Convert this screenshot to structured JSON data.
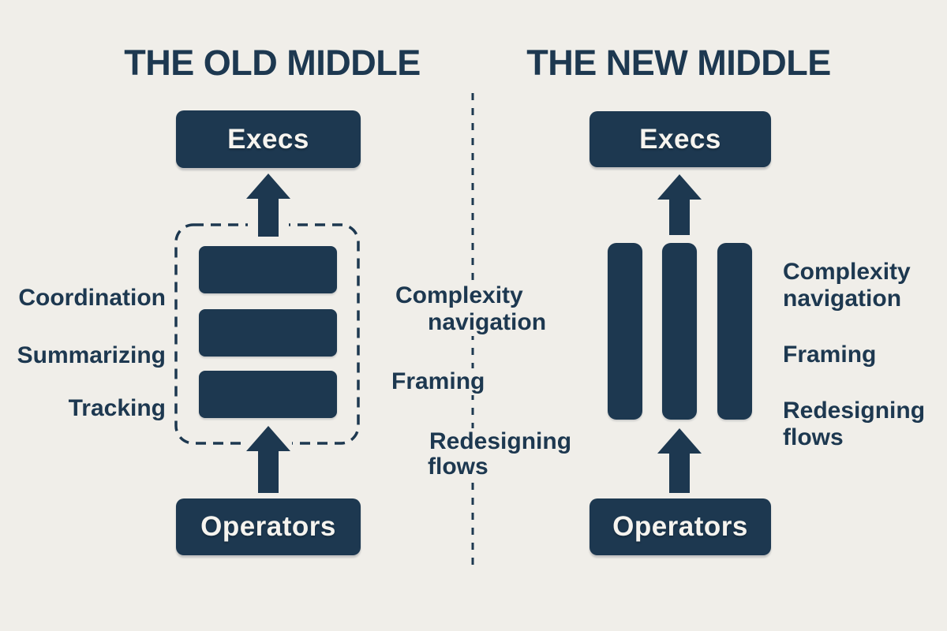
{
  "page": {
    "background_color": "#f0eee9",
    "ink_color": "#1d3850",
    "box_text_color": "#f6f4ef"
  },
  "left_panel": {
    "title": "THE OLD MIDDLE",
    "execs_label": "Execs",
    "operators_label": "Operators",
    "bar_count": 3,
    "function_labels": [
      "Coordination",
      "Summarizing",
      "Tracking"
    ]
  },
  "middle_notes": {
    "note1_line1": "Complexity",
    "note1_line2": "navigation",
    "note2": "Framing",
    "note3_line1": "Redesigning",
    "note3_line2": "flows"
  },
  "right_panel": {
    "title": "THE NEW MIDDLE",
    "execs_label": "Execs",
    "operators_label": "Operators",
    "bar_count": 3,
    "skill_labels": [
      "Complexity navigation",
      "Framing",
      "Redesigning flows"
    ]
  },
  "icons": {
    "arrow_direction": "up",
    "divider_style": "dashed-vertical-line"
  }
}
